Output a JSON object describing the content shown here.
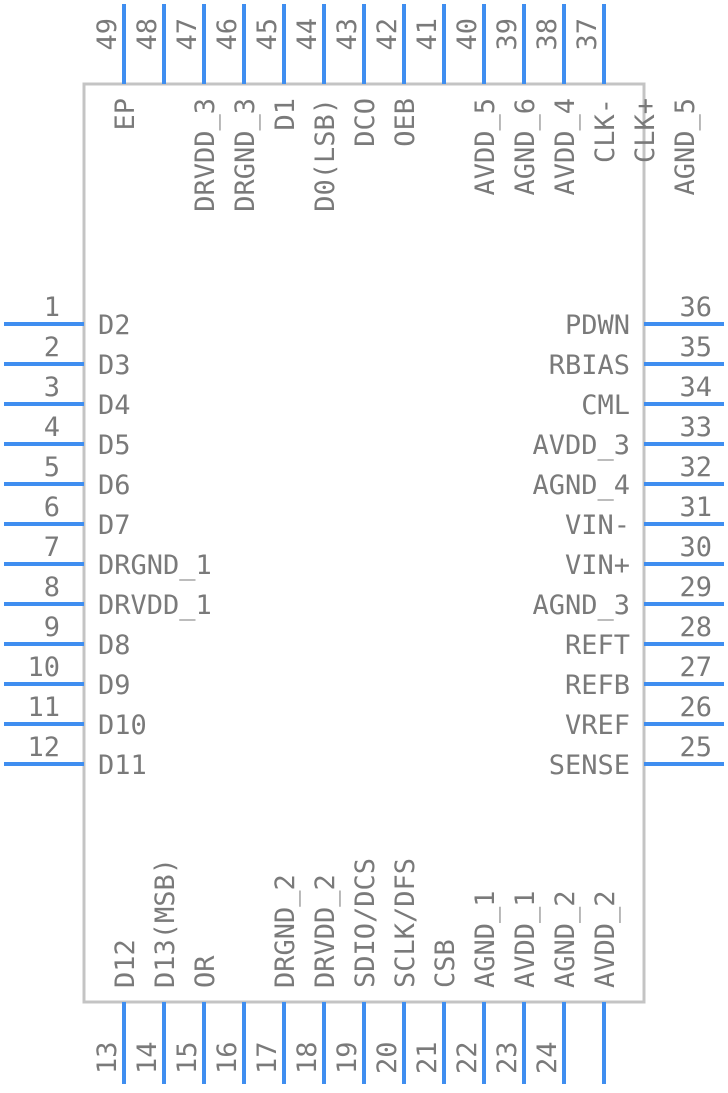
{
  "component": {
    "colors": {
      "pin": "#3f8ef0",
      "body": "#c4c4c4",
      "text": "#7a7a7a"
    },
    "left_pins": [
      {
        "num": "1",
        "name": "D2"
      },
      {
        "num": "2",
        "name": "D3"
      },
      {
        "num": "3",
        "name": "D4"
      },
      {
        "num": "4",
        "name": "D5"
      },
      {
        "num": "5",
        "name": "D6"
      },
      {
        "num": "6",
        "name": "D7"
      },
      {
        "num": "7",
        "name": "DRGND_1"
      },
      {
        "num": "8",
        "name": "DRVDD_1"
      },
      {
        "num": "9",
        "name": "D8"
      },
      {
        "num": "10",
        "name": "D9"
      },
      {
        "num": "11",
        "name": "D10"
      },
      {
        "num": "12",
        "name": "D11"
      }
    ],
    "bottom_pins": [
      {
        "num": "13",
        "name": "D12"
      },
      {
        "num": "14",
        "name": "D13(MSB)"
      },
      {
        "num": "15",
        "name": "OR"
      },
      {
        "num": "16",
        "name": ""
      },
      {
        "num": "17",
        "name": "DRGND_2"
      },
      {
        "num": "18",
        "name": "DRVDD_2"
      },
      {
        "num": "19",
        "name": "SDIO/DCS"
      },
      {
        "num": "20",
        "name": "SCLK/DFS"
      },
      {
        "num": "21",
        "name": "CSB"
      },
      {
        "num": "22",
        "name": "AGND_1"
      },
      {
        "num": "23",
        "name": "AVDD_1"
      },
      {
        "num": "24",
        "name": "AGND_2"
      },
      {
        "num": "",
        "name": "AVDD_2"
      }
    ],
    "right_pins": [
      {
        "num": "36",
        "name": "PDWN"
      },
      {
        "num": "35",
        "name": "RBIAS"
      },
      {
        "num": "34",
        "name": "CML"
      },
      {
        "num": "33",
        "name": "AVDD_3"
      },
      {
        "num": "32",
        "name": "AGND_4"
      },
      {
        "num": "31",
        "name": "VIN-"
      },
      {
        "num": "30",
        "name": "VIN+"
      },
      {
        "num": "29",
        "name": "AGND_3"
      },
      {
        "num": "28",
        "name": "REFT"
      },
      {
        "num": "27",
        "name": "REFB"
      },
      {
        "num": "26",
        "name": "VREF"
      },
      {
        "num": "25",
        "name": "SENSE"
      }
    ],
    "top_pins": [
      {
        "num": "49",
        "name": "EP"
      },
      {
        "num": "48",
        "name": ""
      },
      {
        "num": "47",
        "name": "DRVDD_3"
      },
      {
        "num": "46",
        "name": "DRGND_3"
      },
      {
        "num": "45",
        "name": "D1"
      },
      {
        "num": "44",
        "name": "D0(LSB)"
      },
      {
        "num": "43",
        "name": "DCO"
      },
      {
        "num": "42",
        "name": "OEB"
      },
      {
        "num": "41",
        "name": ""
      },
      {
        "num": "40",
        "name": "AVDD_5"
      },
      {
        "num": "39",
        "name": "AGND_6"
      },
      {
        "num": "38",
        "name": "AVDD_4"
      },
      {
        "num": "37",
        "name": "CLK-"
      },
      {
        "num": "",
        "name": "CLK+"
      },
      {
        "num": "",
        "name": "AGND_5"
      }
    ]
  }
}
